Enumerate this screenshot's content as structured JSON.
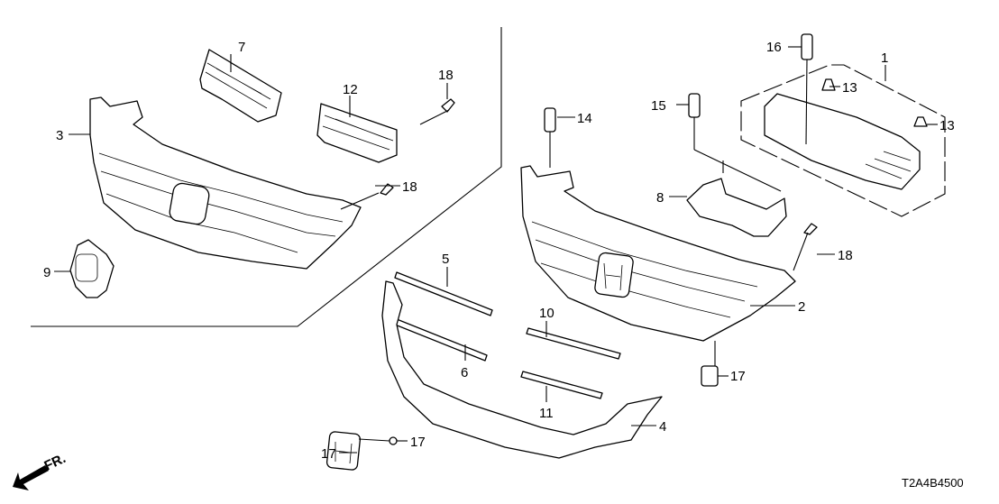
{
  "diagram": {
    "title": "Front grille assembly exploded view",
    "diagram_code": "T2A4B4500",
    "direction_indicator": "FR.",
    "callouts": [
      {
        "id": "c1",
        "label": "1",
        "part": "grille-cover-assembly"
      },
      {
        "id": "c2",
        "label": "2",
        "part": "front-grille-variant-b"
      },
      {
        "id": "c3",
        "label": "3",
        "part": "front-grille-variant-a"
      },
      {
        "id": "c4",
        "label": "4",
        "part": "lower-grille-molding"
      },
      {
        "id": "c5",
        "label": "5",
        "part": "upper-grille-molding-left"
      },
      {
        "id": "c6",
        "label": "6",
        "part": "lower-grille-molding-left"
      },
      {
        "id": "c7",
        "label": "7",
        "part": "grille-bracket"
      },
      {
        "id": "c8",
        "label": "8",
        "part": "grille-insert-upper"
      },
      {
        "id": "c9",
        "label": "9",
        "part": "emblem-base"
      },
      {
        "id": "c10",
        "label": "10",
        "part": "upper-grille-molding-right"
      },
      {
        "id": "c11",
        "label": "11",
        "part": "lower-grille-molding-right"
      },
      {
        "id": "c12",
        "label": "12",
        "part": "grille-insert-lower"
      },
      {
        "id": "c13a",
        "label": "13",
        "part": "nut"
      },
      {
        "id": "c13b",
        "label": "13",
        "part": "nut"
      },
      {
        "id": "c14",
        "label": "14",
        "part": "front-emblem"
      },
      {
        "id": "c15",
        "label": "15",
        "part": "emblem-nut"
      },
      {
        "id": "c16",
        "label": "16",
        "part": "clip"
      },
      {
        "id": "c17a",
        "label": "17",
        "part": "clip"
      },
      {
        "id": "c17b",
        "label": "17",
        "part": "clip"
      },
      {
        "id": "c17c",
        "label": "17",
        "part": "clip"
      },
      {
        "id": "c18a",
        "label": "18",
        "part": "screw"
      },
      {
        "id": "c18b",
        "label": "18",
        "part": "screw"
      },
      {
        "id": "c18c",
        "label": "18",
        "part": "screw"
      }
    ]
  }
}
